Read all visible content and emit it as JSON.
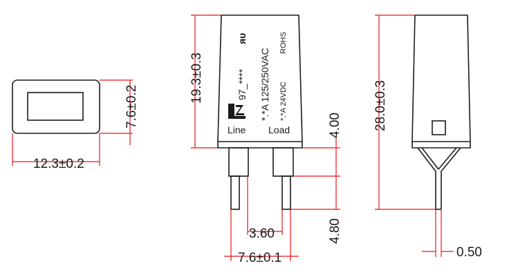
{
  "dimensions": {
    "width": "12.3±0.2",
    "height": "7.6±0.2",
    "body_height": "19.3±0.3",
    "pin_spacing": "3.60",
    "pin_outer": "7.6±0.1",
    "shoulder": "4.00",
    "pin_length": "4.80",
    "total_height": "28.0±0.3",
    "pin_diameter": "0.50"
  },
  "device": {
    "part_no": "97_****",
    "rating_ac": "*.*A 125/250VAC",
    "rating_dc": "*.*A 24VDC",
    "rohs": "ROHS",
    "line_label": "Line",
    "load_label": "Load",
    "ul_mark": "ᴙᴜ"
  },
  "colors": {
    "dimension": "#e8141b",
    "outline": "#1a1a1a"
  }
}
